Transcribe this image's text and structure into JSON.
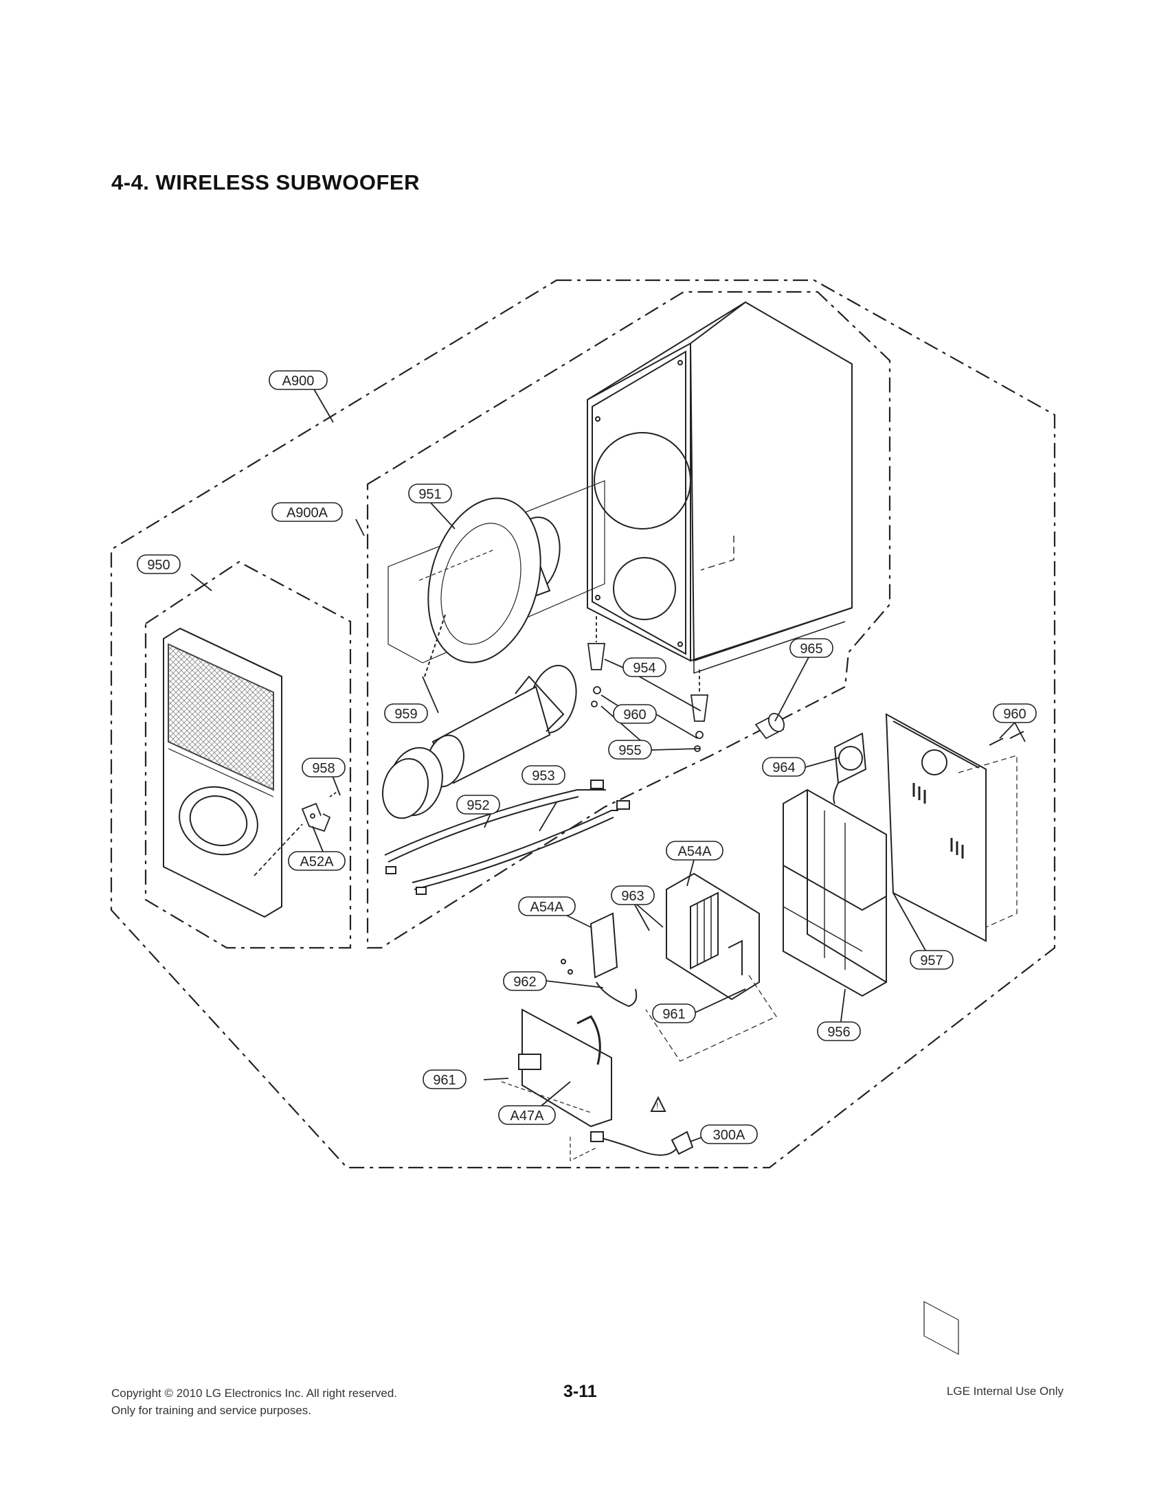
{
  "page": {
    "title": "4-4. WIRELESS SUBWOOFER",
    "page_number": "3-11",
    "footer_copyright": "Copyright © 2010 LG Electronics Inc. All right reserved.",
    "footer_note": "Only for training and service purposes.",
    "footer_right": "LGE Internal Use Only"
  },
  "callouts": {
    "a900": "A900",
    "a900a": "A900A",
    "p950": "950",
    "p951": "951",
    "p952": "952",
    "p953": "953",
    "p954": "954",
    "p955": "955",
    "p956": "956",
    "p957": "957",
    "p958": "958",
    "p959": "959",
    "p960a": "960",
    "p960b": "960",
    "p961a": "961",
    "p961b": "961",
    "p962": "962",
    "p963": "963",
    "p964": "964",
    "p965": "965",
    "a52a": "A52A",
    "a54a_right": "A54A",
    "a54a_left": "A54A",
    "a47a": "A47A",
    "p300a": "300A"
  },
  "colors": {
    "line": "#222222",
    "grille": "#9a9a9a",
    "background": "#ffffff"
  }
}
